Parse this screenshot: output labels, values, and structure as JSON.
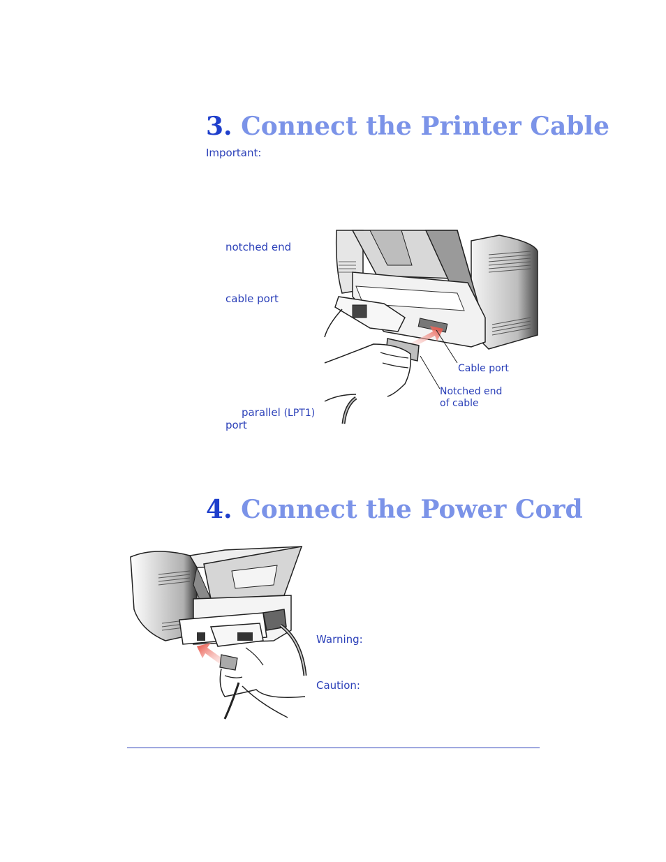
{
  "section3": {
    "number": "3.",
    "title": "Connect the Printer Cable",
    "important_label": "Important:",
    "label_notched_end": "notched end",
    "label_cable_port": "cable port",
    "label_parallel": "parallel",
    "label_lpt1": "(LPT1)",
    "label_port": "port",
    "callout_cable_port": "Cable port",
    "callout_notched_line1": "Notched end",
    "callout_notched_line2": "of cable"
  },
  "section4": {
    "number": "4.",
    "title": "Connect the Power Cord",
    "warning_label": "Warning:",
    "caution_label": "Caution:"
  },
  "colors": {
    "heading_number": "#1f3fcc",
    "heading_text": "#7b93e8",
    "label_text": "#2a3fb8",
    "arrow": "#e8483a"
  }
}
